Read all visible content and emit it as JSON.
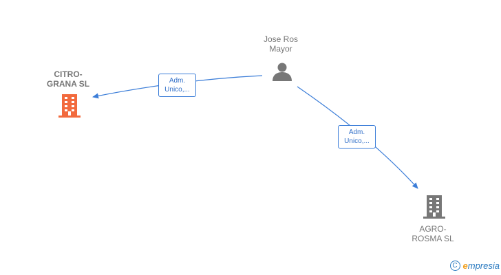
{
  "nodes": {
    "person": {
      "line1": "Jose Ros",
      "line2": "Mayor",
      "icon": "person-icon",
      "color": "#777777"
    },
    "company_left": {
      "line1": "CITRO-",
      "line2": "GRANA  SL",
      "icon": "building-icon",
      "color": "#f26a3d"
    },
    "company_right": {
      "line1": "AGRO-",
      "line2": "ROSMA  SL",
      "icon": "building-icon",
      "color": "#777777"
    }
  },
  "edges": [
    {
      "from": "person",
      "to": "company_left",
      "label_line1": "Adm.",
      "label_line2": "Unico,..."
    },
    {
      "from": "person",
      "to": "company_right",
      "label_line1": "Adm.",
      "label_line2": "Unico,..."
    }
  ],
  "edge_color": "#3b7dd8",
  "brand": {
    "copyright_symbol": "C",
    "name_first": "e",
    "name_rest": "mpresia"
  }
}
